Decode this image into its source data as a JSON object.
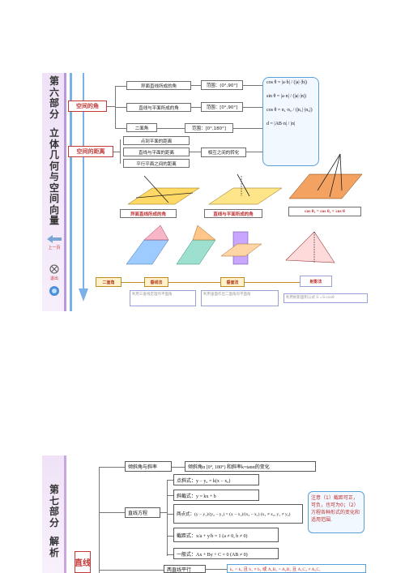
{
  "slide1": {
    "sidebar_title": [
      "第",
      "六",
      "部",
      "分",
      "",
      "立",
      "体",
      "几",
      "何",
      "与",
      "空",
      "间",
      "向",
      "量"
    ],
    "prev_label": "上一页",
    "exit_label": "退出",
    "section_angle": "空间的角",
    "section_distance": "空间的距离",
    "angle_items": [
      "异面直线所成的角",
      "直线与平面所成的角",
      "二面角"
    ],
    "angle_ranges": [
      "范围：(0°,90°]",
      "范围：[0°,90°]",
      "范围：[0°,180°]"
    ],
    "distance_items": [
      "点到平面的距离",
      "直线与平面的距离",
      "平行平面之间的距离"
    ],
    "distance_transform": "相互之间的转化",
    "formulas": [
      "cos θ = |a·b| / (|a|·|b|)",
      "sin θ = |a·n| / (|a|·|n|)",
      "cos θ = n₁·n₂ / (|n₁|·|n₂|)",
      "d = |AB·n| / |n|"
    ],
    "figure_caps": [
      "异面直线所成的角",
      "直线与平面所成的角"
    ],
    "cos_formula": "cos θ₁ = cos θ₂ × cos θ",
    "methods": [
      "二面角",
      "垂线法",
      "垂面法",
      "射影法"
    ],
    "method_notes": [
      "利用三垂线定理作平面角",
      "利用垂面作出二面角的平面角",
      "利用射影面积公式 S′=S·cosθ"
    ]
  },
  "slide2": {
    "sidebar_title": [
      "第",
      "七",
      "部",
      "分",
      "",
      "解",
      "析"
    ],
    "left_label": "直线",
    "incline": "倾斜角与斜率",
    "incline_desc": "倾斜角α [0°, 180°) 和斜率k=tanα的变化",
    "equation_label": "直线方程",
    "forms": [
      "点斜式：y − y₀ = k(x − x₀)",
      "斜截式：y = kx + b",
      "两点式：(y − y₁)/(y₂ − y₁) = (x − x₁)/(x₂ − x₁)  (x₁ ≠ x₂, y₁ ≠ y₂)",
      "截距式：x/a + y/b = 1  (a ≠ 0, b ≠ 0)",
      "一般式：Ax + By + C = 0  (AB ≠ 0)"
    ],
    "note": "注意（1）截距可正，可负，也可为0；（2）方程各种形式的变化和适用范围.",
    "parallel_label": "两直线平行",
    "parallel_cond": "k₁ = k₂ 且 b₁ ≠ b₂ 或 A₁B₂ = A₂B₁ 且 A₁C₂ ≠ A₂C₁"
  }
}
